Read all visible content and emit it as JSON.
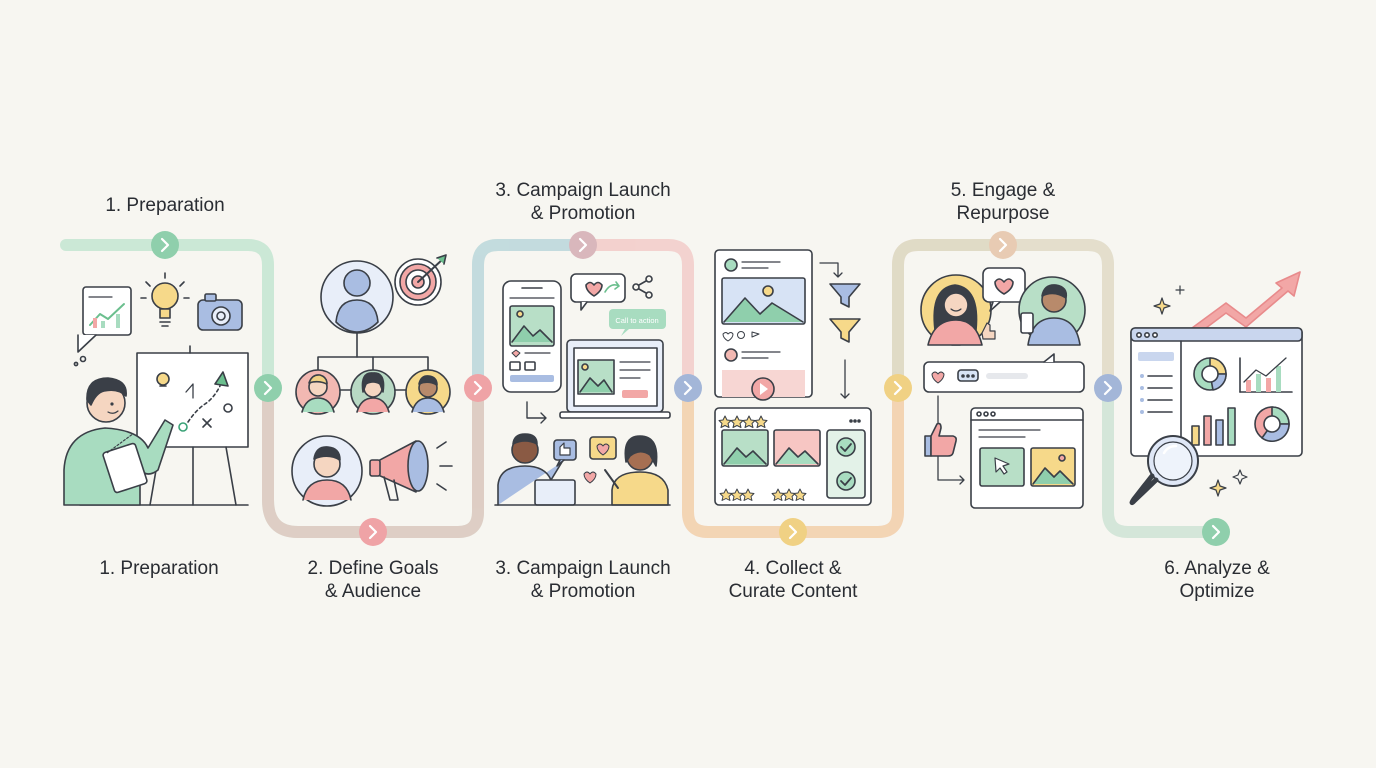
{
  "top_labels": {
    "preparation": "1. Preparation",
    "campaign": "3. Campaign Launch\n& Promotion",
    "engage": "5. Engage &\nRepurpose"
  },
  "bottom_labels": {
    "preparation": "1. Preparation",
    "goals": "2. Define Goals\n& Audience",
    "campaign": "3. Campaign Launch\n& Promotion",
    "collect": "4. Collect &\nCurate Content",
    "analyze": "6. Analyze &\nOptimize"
  },
  "callouts": {
    "cta": "Call to action"
  },
  "colors": {
    "background": "#f7f6f1",
    "green": "#8fcfac",
    "pink": "#efa3a6",
    "blue": "#a3b6d8",
    "yellow": "#f0d184",
    "peach": "#eec4a6",
    "ink": "#3a3f47"
  },
  "icons": [
    "chevron-right-icon",
    "lightbulb-icon",
    "camera-icon",
    "chart-icon",
    "target-icon",
    "person-icon",
    "megaphone-icon",
    "phone-icon",
    "laptop-icon",
    "heart-icon",
    "share-icon",
    "funnel-icon",
    "star-icon",
    "check-icon",
    "thumbs-up-icon",
    "play-icon",
    "magnifier-icon",
    "trend-arrow-icon",
    "sparkle-icon"
  ]
}
